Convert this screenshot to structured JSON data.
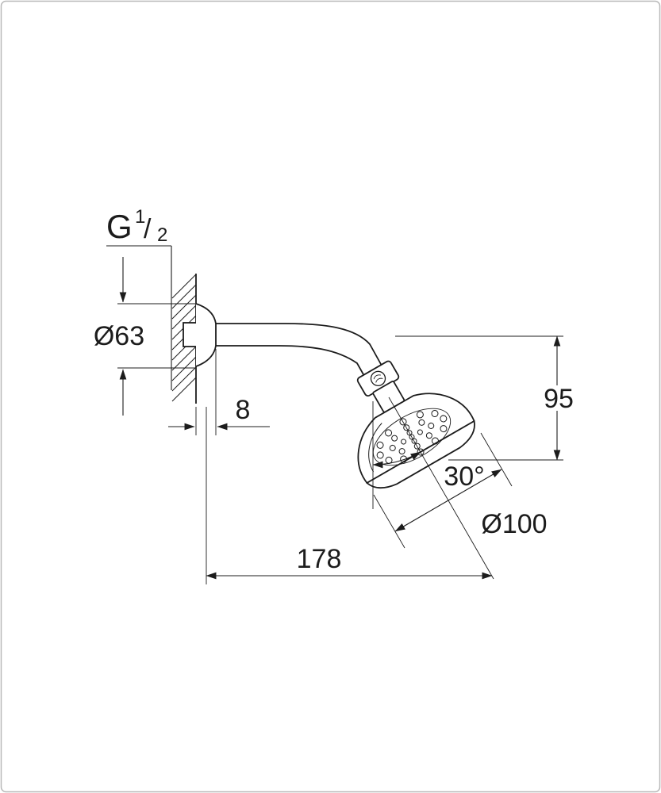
{
  "page": {
    "background": "#ffffff",
    "frame_color": "#b8b8b8",
    "ink_color": "#1c1c1c"
  },
  "drawing": {
    "dims": {
      "thread_prefix": "G",
      "thread_numerator": "1",
      "thread_slash": "/",
      "thread_denominator": "2",
      "flange_diameter": "Ø63",
      "flange_depth": "8",
      "drop_height": "95",
      "swivel_angle": "30°",
      "head_diameter": "Ø100",
      "reach": "178"
    }
  }
}
